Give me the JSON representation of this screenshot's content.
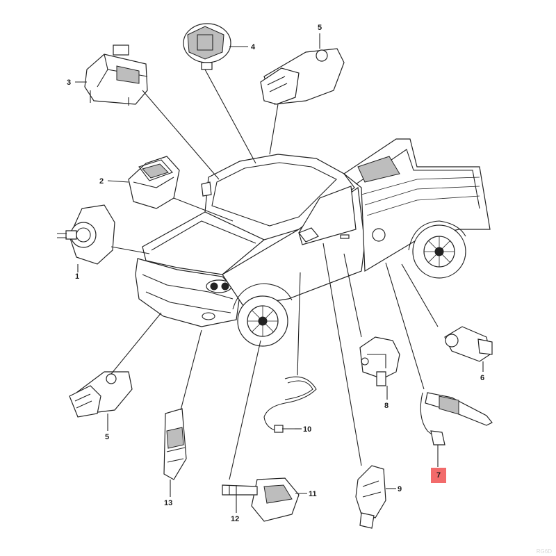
{
  "callouts": [
    {
      "id": "1",
      "label": "1"
    },
    {
      "id": "2",
      "label": "2"
    },
    {
      "id": "3",
      "label": "3"
    },
    {
      "id": "4",
      "label": "4"
    },
    {
      "id": "5a",
      "label": "5"
    },
    {
      "id": "5b",
      "label": "5"
    },
    {
      "id": "6",
      "label": "6"
    },
    {
      "id": "7",
      "label": "7",
      "highlight": true
    },
    {
      "id": "8",
      "label": "8"
    },
    {
      "id": "9",
      "label": "9"
    },
    {
      "id": "10",
      "label": "10"
    },
    {
      "id": "11",
      "label": "11"
    },
    {
      "id": "12",
      "label": "12"
    },
    {
      "id": "13",
      "label": "13"
    }
  ],
  "highlight_color": "#f26b6b",
  "watermark": "RG6D"
}
